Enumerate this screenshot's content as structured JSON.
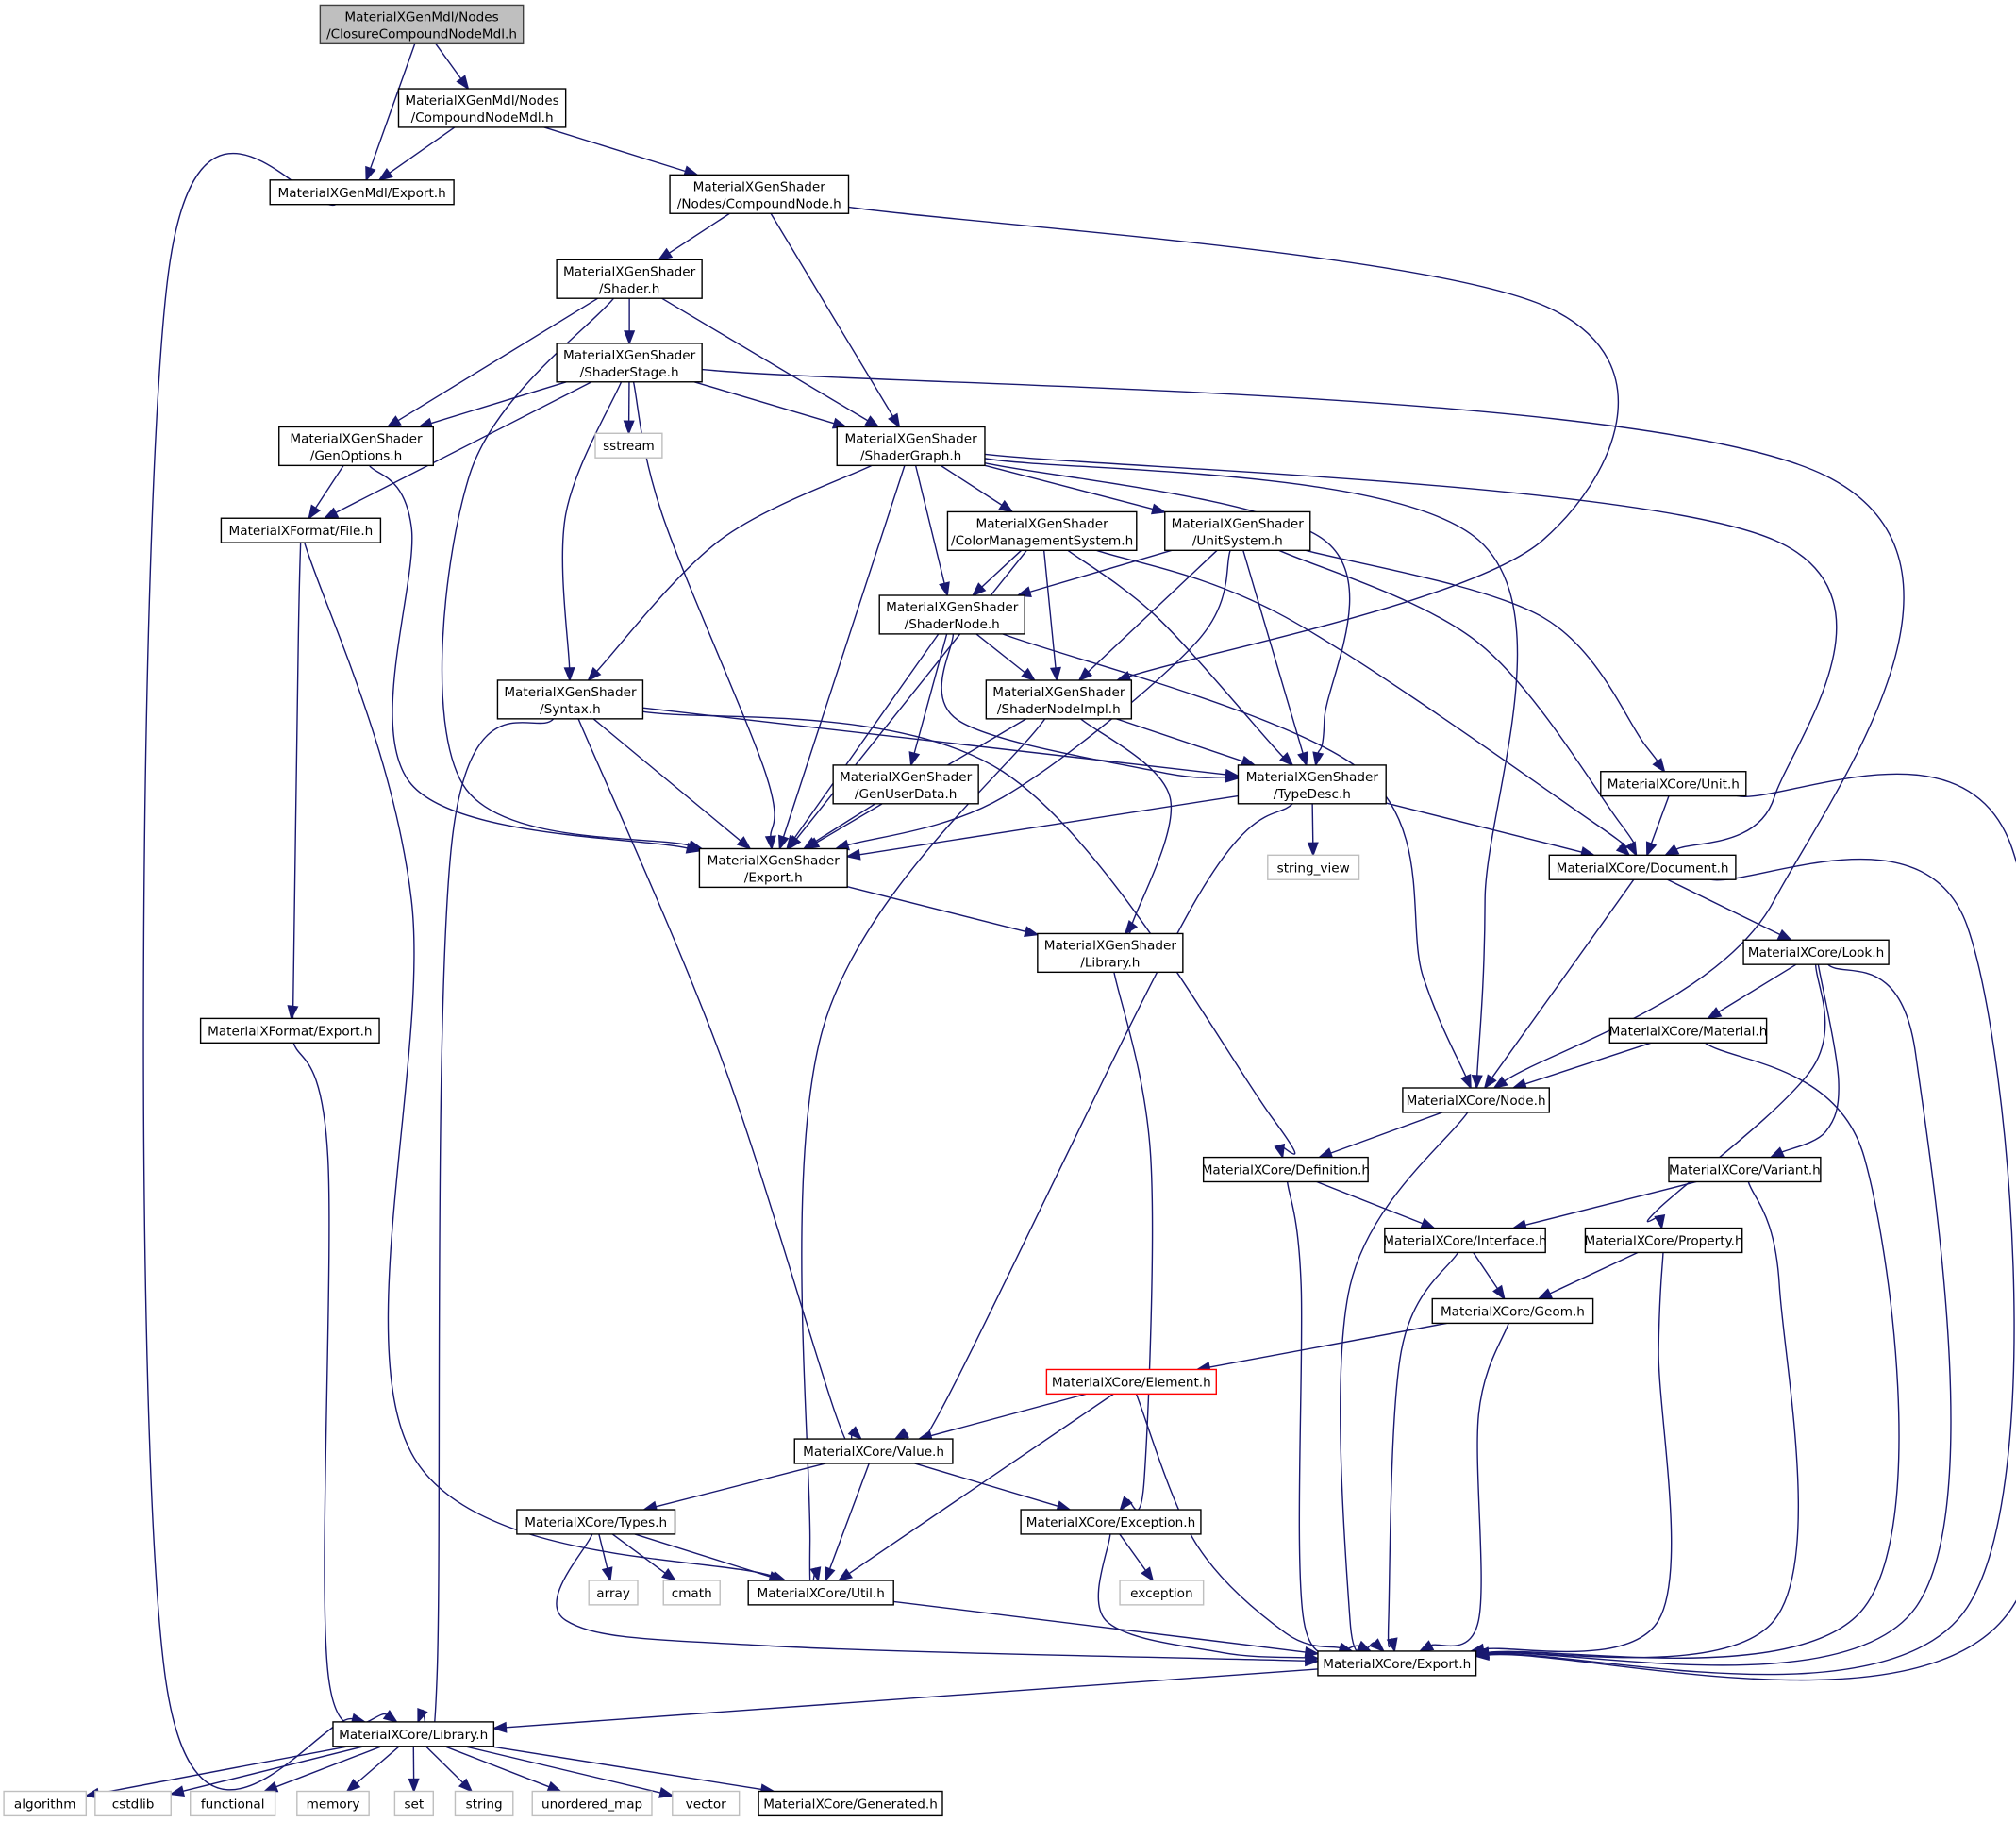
{
  "title": "Include dependency graph for MaterialXGenMdl/Nodes/ClosureCompoundNodeMdl.h",
  "colors": {
    "edge": "#191970",
    "node_border": "#000000",
    "root_fill": "#bfbfbf",
    "system_border": "#bfbfbf",
    "highlight_border": "#ff0000"
  },
  "nodes": [
    {
      "id": "root",
      "lines": [
        "MaterialXGenMdl/Nodes",
        "/ClosureCompoundNodeMdl.h"
      ],
      "kind": "root"
    },
    {
      "id": "cnmdl",
      "lines": [
        "MaterialXGenMdl/Nodes",
        "/CompoundNodeMdl.h"
      ],
      "kind": "normal"
    },
    {
      "id": "mdlexport",
      "lines": [
        "MaterialXGenMdl/Export.h"
      ],
      "kind": "normal"
    },
    {
      "id": "compound",
      "lines": [
        "MaterialXGenShader",
        "/Nodes/CompoundNode.h"
      ],
      "kind": "normal"
    },
    {
      "id": "shader",
      "lines": [
        "MaterialXGenShader",
        "/Shader.h"
      ],
      "kind": "normal"
    },
    {
      "id": "stage",
      "lines": [
        "MaterialXGenShader",
        "/ShaderStage.h"
      ],
      "kind": "normal"
    },
    {
      "id": "genopts",
      "lines": [
        "MaterialXGenShader",
        "/GenOptions.h"
      ],
      "kind": "normal"
    },
    {
      "id": "sstream",
      "lines": [
        "sstream"
      ],
      "kind": "system"
    },
    {
      "id": "graph",
      "lines": [
        "MaterialXGenShader",
        "/ShaderGraph.h"
      ],
      "kind": "normal"
    },
    {
      "id": "file",
      "lines": [
        "MaterialXFormat/File.h"
      ],
      "kind": "normal"
    },
    {
      "id": "cms",
      "lines": [
        "MaterialXGenShader",
        "/ColorManagementSystem.h"
      ],
      "kind": "normal"
    },
    {
      "id": "unitsys",
      "lines": [
        "MaterialXGenShader",
        "/UnitSystem.h"
      ],
      "kind": "normal"
    },
    {
      "id": "snode",
      "lines": [
        "MaterialXGenShader",
        "/ShaderNode.h"
      ],
      "kind": "normal"
    },
    {
      "id": "syntax",
      "lines": [
        "MaterialXGenShader",
        "/Syntax.h"
      ],
      "kind": "normal"
    },
    {
      "id": "snimpl",
      "lines": [
        "MaterialXGenShader",
        "/ShaderNodeImpl.h"
      ],
      "kind": "normal"
    },
    {
      "id": "userdata",
      "lines": [
        "MaterialXGenShader",
        "/GenUserData.h"
      ],
      "kind": "normal"
    },
    {
      "id": "typedesc",
      "lines": [
        "MaterialXGenShader",
        "/TypeDesc.h"
      ],
      "kind": "normal"
    },
    {
      "id": "unit",
      "lines": [
        "MaterialXCore/Unit.h"
      ],
      "kind": "normal"
    },
    {
      "id": "gsexport",
      "lines": [
        "MaterialXGenShader",
        "/Export.h"
      ],
      "kind": "normal"
    },
    {
      "id": "string_view",
      "lines": [
        "string_view"
      ],
      "kind": "system"
    },
    {
      "id": "document",
      "lines": [
        "MaterialXCore/Document.h"
      ],
      "kind": "normal"
    },
    {
      "id": "gslibrary",
      "lines": [
        "MaterialXGenShader",
        "/Library.h"
      ],
      "kind": "normal"
    },
    {
      "id": "look",
      "lines": [
        "MaterialXCore/Look.h"
      ],
      "kind": "normal"
    },
    {
      "id": "fmtexport",
      "lines": [
        "MaterialXFormat/Export.h"
      ],
      "kind": "normal"
    },
    {
      "id": "material",
      "lines": [
        "MaterialXCore/Material.h"
      ],
      "kind": "normal"
    },
    {
      "id": "node",
      "lines": [
        "MaterialXCore/Node.h"
      ],
      "kind": "normal"
    },
    {
      "id": "definition",
      "lines": [
        "MaterialXCore/Definition.h"
      ],
      "kind": "normal"
    },
    {
      "id": "variant",
      "lines": [
        "MaterialXCore/Variant.h"
      ],
      "kind": "normal"
    },
    {
      "id": "interface",
      "lines": [
        "MaterialXCore/Interface.h"
      ],
      "kind": "normal"
    },
    {
      "id": "property",
      "lines": [
        "MaterialXCore/Property.h"
      ],
      "kind": "normal"
    },
    {
      "id": "geom",
      "lines": [
        "MaterialXCore/Geom.h"
      ],
      "kind": "normal"
    },
    {
      "id": "element",
      "lines": [
        "MaterialXCore/Element.h"
      ],
      "kind": "highlight"
    },
    {
      "id": "value",
      "lines": [
        "MaterialXCore/Value.h"
      ],
      "kind": "normal"
    },
    {
      "id": "types",
      "lines": [
        "MaterialXCore/Types.h"
      ],
      "kind": "normal"
    },
    {
      "id": "exception_h",
      "lines": [
        "MaterialXCore/Exception.h"
      ],
      "kind": "normal"
    },
    {
      "id": "array",
      "lines": [
        "array"
      ],
      "kind": "system"
    },
    {
      "id": "cmath",
      "lines": [
        "cmath"
      ],
      "kind": "system"
    },
    {
      "id": "util",
      "lines": [
        "MaterialXCore/Util.h"
      ],
      "kind": "normal"
    },
    {
      "id": "exception",
      "lines": [
        "exception"
      ],
      "kind": "system"
    },
    {
      "id": "coreexport",
      "lines": [
        "MaterialXCore/Export.h"
      ],
      "kind": "normal"
    },
    {
      "id": "corelibrary",
      "lines": [
        "MaterialXCore/Library.h"
      ],
      "kind": "normal"
    },
    {
      "id": "algorithm",
      "lines": [
        "algorithm"
      ],
      "kind": "system"
    },
    {
      "id": "cstdlib",
      "lines": [
        "cstdlib"
      ],
      "kind": "system"
    },
    {
      "id": "functional",
      "lines": [
        "functional"
      ],
      "kind": "system"
    },
    {
      "id": "memory",
      "lines": [
        "memory"
      ],
      "kind": "system"
    },
    {
      "id": "set",
      "lines": [
        "set"
      ],
      "kind": "system"
    },
    {
      "id": "string",
      "lines": [
        "string"
      ],
      "kind": "system"
    },
    {
      "id": "unordered_map",
      "lines": [
        "unordered_map"
      ],
      "kind": "system"
    },
    {
      "id": "vector",
      "lines": [
        "vector"
      ],
      "kind": "system"
    },
    {
      "id": "generated",
      "lines": [
        "MaterialXCore/Generated.h"
      ],
      "kind": "normal"
    }
  ],
  "edges": [
    [
      "root",
      "mdlexport"
    ],
    [
      "root",
      "cnmdl"
    ],
    [
      "cnmdl",
      "mdlexport"
    ],
    [
      "cnmdl",
      "compound"
    ],
    [
      "mdlexport",
      "corelibrary"
    ],
    [
      "compound",
      "shader"
    ],
    [
      "compound",
      "graph"
    ],
    [
      "compound",
      "snimpl"
    ],
    [
      "shader",
      "stage"
    ],
    [
      "shader",
      "genopts"
    ],
    [
      "shader",
      "graph"
    ],
    [
      "shader",
      "gsexport"
    ],
    [
      "stage",
      "genopts"
    ],
    [
      "stage",
      "file"
    ],
    [
      "stage",
      "sstream"
    ],
    [
      "stage",
      "graph"
    ],
    [
      "stage",
      "syntax"
    ],
    [
      "stage",
      "gsexport"
    ],
    [
      "stage",
      "node"
    ],
    [
      "genopts",
      "file"
    ],
    [
      "genopts",
      "gsexport"
    ],
    [
      "file",
      "fmtexport"
    ],
    [
      "file",
      "util"
    ],
    [
      "graph",
      "cms"
    ],
    [
      "graph",
      "unitsys"
    ],
    [
      "graph",
      "snode"
    ],
    [
      "graph",
      "syntax"
    ],
    [
      "graph",
      "gsexport"
    ],
    [
      "graph",
      "typedesc"
    ],
    [
      "graph",
      "document"
    ],
    [
      "graph",
      "node"
    ],
    [
      "cms",
      "snode"
    ],
    [
      "cms",
      "snimpl"
    ],
    [
      "cms",
      "gsexport"
    ],
    [
      "cms",
      "typedesc"
    ],
    [
      "cms",
      "document"
    ],
    [
      "unitsys",
      "snode"
    ],
    [
      "unitsys",
      "snimpl"
    ],
    [
      "unitsys",
      "gsexport"
    ],
    [
      "unitsys",
      "typedesc"
    ],
    [
      "unitsys",
      "unit"
    ],
    [
      "unitsys",
      "document"
    ],
    [
      "snode",
      "snimpl"
    ],
    [
      "snode",
      "userdata"
    ],
    [
      "snode",
      "gsexport"
    ],
    [
      "snode",
      "typedesc"
    ],
    [
      "snode",
      "node"
    ],
    [
      "syntax",
      "typedesc"
    ],
    [
      "syntax",
      "gsexport"
    ],
    [
      "syntax",
      "definition"
    ],
    [
      "syntax",
      "value"
    ],
    [
      "syntax",
      "corelibrary"
    ],
    [
      "snimpl",
      "typedesc"
    ],
    [
      "snimpl",
      "gsexport"
    ],
    [
      "snimpl",
      "gslibrary"
    ],
    [
      "snimpl",
      "util"
    ],
    [
      "userdata",
      "gsexport"
    ],
    [
      "typedesc",
      "gsexport"
    ],
    [
      "typedesc",
      "string_view"
    ],
    [
      "typedesc",
      "document"
    ],
    [
      "typedesc",
      "value"
    ],
    [
      "unit",
      "document"
    ],
    [
      "unit",
      "coreexport"
    ],
    [
      "gsexport",
      "gslibrary"
    ],
    [
      "document",
      "look"
    ],
    [
      "document",
      "node"
    ],
    [
      "document",
      "coreexport"
    ],
    [
      "gslibrary",
      "exception_h"
    ],
    [
      "look",
      "material"
    ],
    [
      "look",
      "variant"
    ],
    [
      "look",
      "property"
    ],
    [
      "look",
      "coreexport"
    ],
    [
      "fmtexport",
      "corelibrary"
    ],
    [
      "material",
      "node"
    ],
    [
      "material",
      "coreexport"
    ],
    [
      "node",
      "definition"
    ],
    [
      "node",
      "coreexport"
    ],
    [
      "definition",
      "interface"
    ],
    [
      "definition",
      "coreexport"
    ],
    [
      "variant",
      "interface"
    ],
    [
      "variant",
      "coreexport"
    ],
    [
      "interface",
      "geom"
    ],
    [
      "interface",
      "coreexport"
    ],
    [
      "property",
      "geom"
    ],
    [
      "property",
      "coreexport"
    ],
    [
      "geom",
      "element"
    ],
    [
      "geom",
      "coreexport"
    ],
    [
      "element",
      "value"
    ],
    [
      "element",
      "util"
    ],
    [
      "element",
      "coreexport"
    ],
    [
      "value",
      "types"
    ],
    [
      "value",
      "util"
    ],
    [
      "value",
      "exception_h"
    ],
    [
      "types",
      "array"
    ],
    [
      "types",
      "cmath"
    ],
    [
      "types",
      "util"
    ],
    [
      "types",
      "coreexport"
    ],
    [
      "exception_h",
      "exception"
    ],
    [
      "exception_h",
      "coreexport"
    ],
    [
      "util",
      "coreexport"
    ],
    [
      "coreexport",
      "corelibrary"
    ],
    [
      "corelibrary",
      "algorithm"
    ],
    [
      "corelibrary",
      "cstdlib"
    ],
    [
      "corelibrary",
      "functional"
    ],
    [
      "corelibrary",
      "memory"
    ],
    [
      "corelibrary",
      "set"
    ],
    [
      "corelibrary",
      "string"
    ],
    [
      "corelibrary",
      "unordered_map"
    ],
    [
      "corelibrary",
      "vector"
    ],
    [
      "corelibrary",
      "generated"
    ]
  ]
}
